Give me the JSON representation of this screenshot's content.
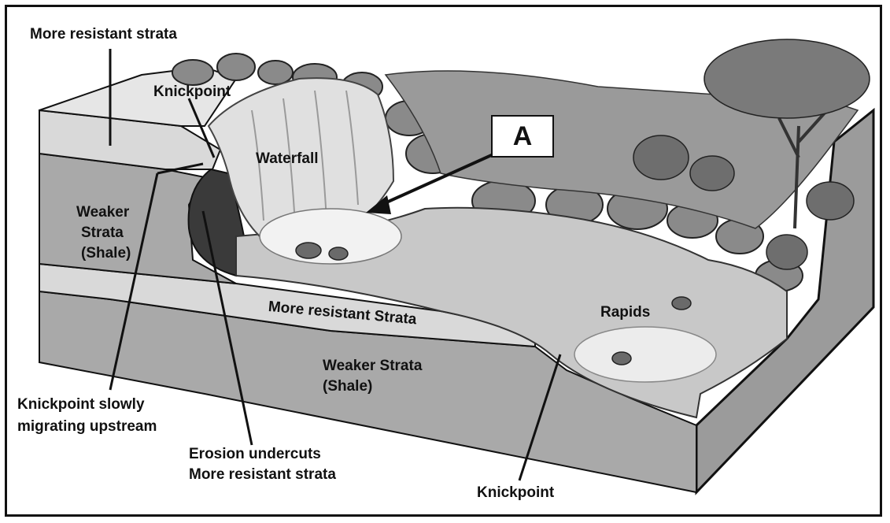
{
  "labels": {
    "more_resistant_top": "More resistant strata",
    "knickpoint_top": "Knickpoint",
    "waterfall": "Waterfall",
    "marker_a": "A",
    "weaker_left_1": "Weaker",
    "weaker_left_2": "Strata",
    "weaker_left_3": "(Shale)",
    "more_resistant_middle": "More resistant Strata",
    "rapids": "Rapids",
    "weaker_lower_1": "Weaker Strata",
    "weaker_lower_2": "(Shale)",
    "migrating_1": "Knickpoint slowly",
    "migrating_2": "migrating upstream",
    "erosion_1": "Erosion undercuts",
    "erosion_2": "More resistant strata",
    "knickpoint_bottom": "Knickpoint"
  },
  "colors": {
    "outline": "#111111",
    "resistant_layer": "#d9d9d9",
    "weaker_layer": "#a9a9a9",
    "water": "#c8c8c8",
    "vegetation": "#6e6e6e",
    "rock": "#8a8a8a"
  }
}
